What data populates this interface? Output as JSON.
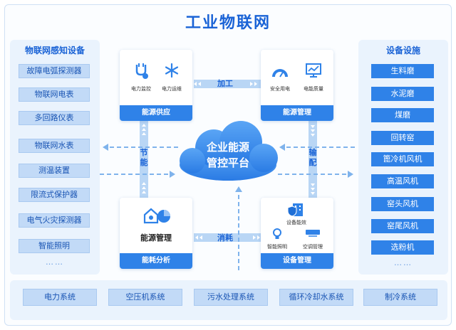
{
  "title": "工业物联网",
  "left_panel": {
    "title": "物联网感知设备",
    "items": [
      "故障电弧探测器",
      "物联网电表",
      "多回路仪表",
      "物联网水表",
      "测温装置",
      "限流式保护器",
      "电气火灾探测器",
      "智能照明"
    ],
    "more": "……"
  },
  "right_panel": {
    "title": "设备设施",
    "items": [
      "生料磨",
      "水泥磨",
      "煤磨",
      "回转窑",
      "篦冷机风机",
      "高温风机",
      "窑头风机",
      "窑尾风机",
      "选粉机"
    ],
    "more": "……"
  },
  "bottom_panel": {
    "items": [
      "电力系统",
      "空压机系统",
      "污水处理系统",
      "循环冷却水系统",
      "制冷系统"
    ]
  },
  "cards": {
    "supply": {
      "footer": "能源供应",
      "icon1_label": "电力监控",
      "icon2_label": "电力运维",
      "icon1": "power-monitor-icon",
      "icon2": "snowflake-icon"
    },
    "management": {
      "footer": "能源管理",
      "icon1_label": "安全用电",
      "icon2_label": "电能质量",
      "icon1": "gauge-icon",
      "icon2": "monitor-chart-icon"
    },
    "analysis": {
      "footer": "能耗分析",
      "label": "能源管理",
      "icon": "house-pie-icon"
    },
    "device": {
      "footer": "设备管理",
      "label1": "设备能效",
      "label2": "智能照明",
      "label3": "空调管理",
      "icon1": "building-shield-icon",
      "icon2": "bulb-icon",
      "icon3": "aircon-icon"
    }
  },
  "center": {
    "line1": "企业能源",
    "line2": "管控平台",
    "icon": "cloud-icon"
  },
  "flows": {
    "top": "加工",
    "left": "节能",
    "right": "输配",
    "bottom": "消耗"
  },
  "colors": {
    "primary": "#2f82e8",
    "title": "#1a63d6",
    "light_box": "#c2daf7",
    "panel": "#eaf3fd"
  }
}
